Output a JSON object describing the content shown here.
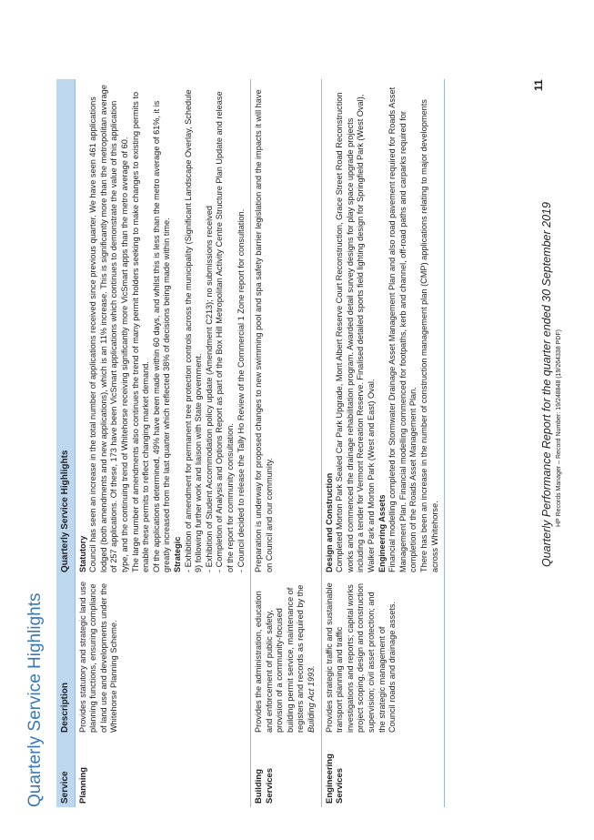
{
  "page": {
    "title": "Quarterly Service Highlights",
    "number": "11",
    "footer_title": "Quarterly Performance Report for the quarter ended 30 September 2019",
    "footer_record": "HP Records Manager – Record Number: 19/248848 (19/264338 PDF)"
  },
  "table": {
    "headers": [
      "Service",
      "Description",
      "Quarterly Service Highlights"
    ]
  },
  "rows": {
    "planning": {
      "service": "Planning",
      "description": "Provides statutory and strategic land use planning functions, ensuring compliance of land use and developments under the Whitehorse Planning Scheme.",
      "h_statutory": "Statutory",
      "p1": "Council has seen an increase in the total number of applications received since previous quarter. We have seen 461 applications lodged (both amendments and new applications), which is an 11% increase. This is significantly more than the metropolitan average of 257 applications. Of these, 173 have been VicSmart applications which continues to demonstrate the value of this application type, and the continuing trend of Whitehorse receiving significantly more VicSmart apps than the metro average of 60.",
      "p2": "The large number of amendments also continues the trend of many permit holders seeking to make changes to existing permits to enable these permits to reflect changing market demand.",
      "p3": "Of the applications determined, 49% have been made within 60 days, and whilst this is less than the metro average of 61%, it is greatly increased from the last quarter which reflected 38% of decisions being made within time.",
      "h_strategic": "Strategic",
      "s1": "- Exhibition of amendment for permanent tree protection controls across the municipality (Significant Landscape Overlay, Schedule 9) following further work and liaison with State government.",
      "s2": "- Exhibition of Student Accommodation policy update (Amendment C213); no submissions received",
      "s3": "- Completion of Analysis and Options Report as part of the Box Hill Metropolitan Activity Centre Structure Plan Update and release of the report for community consultation.",
      "s4": "- Council decided to release the Tally Ho Review of the Commercial 1 Zone report for consultation."
    },
    "building": {
      "service": "Building Services",
      "description_pre": "Provides the administration, education and enforcement of public safety, provision of a community-focused building permit service, maintenance of registers and records as required by the ",
      "description_act": "Building Act 1993.",
      "p1": "Preparation is underway for proposed changes to new swimming pool and spa safety barrier legislation and the impacts it will have on Council and our community."
    },
    "engineering": {
      "service": "Engineering Services",
      "d1": "Provides strategic traffic and sustainable transport planning and traffic investigations and reports; capital works project scoping, design and construction supervision; civil asset protection; and the strategic management of",
      "d2": "Council roads and drainage assets.",
      "h_design": "Design and Construction",
      "p1": "Completed Morton Park Sealed Car Park Upgrade, Mont Albert Reserve Court Reconstruction, Grace Street Road Reconstruction works and commenced the drainage rehabilitation program. Awarded detail survey designs for play space upgrade projects including a tender for Vermont Recreation Reserve. Finalised detailed sports field lighting design for Springfield Park (West Oval), Walker Park and Morton Park (West and East) Oval.",
      "h_assets": "Engineering Assets",
      "p2": "Financial modelling completed for Stormwater Drainage Asset Management Plan and also road pavement required for Roads Asset Management Plan. Financial modelling commenced for footpaths, kerb and channel, off-road paths and carparks required for completion of the Roads Asset Management Plan.",
      "p3": "There has been an increase in the number of construction management plan (CMP) applications relating to major developments across Whitehorse."
    }
  }
}
